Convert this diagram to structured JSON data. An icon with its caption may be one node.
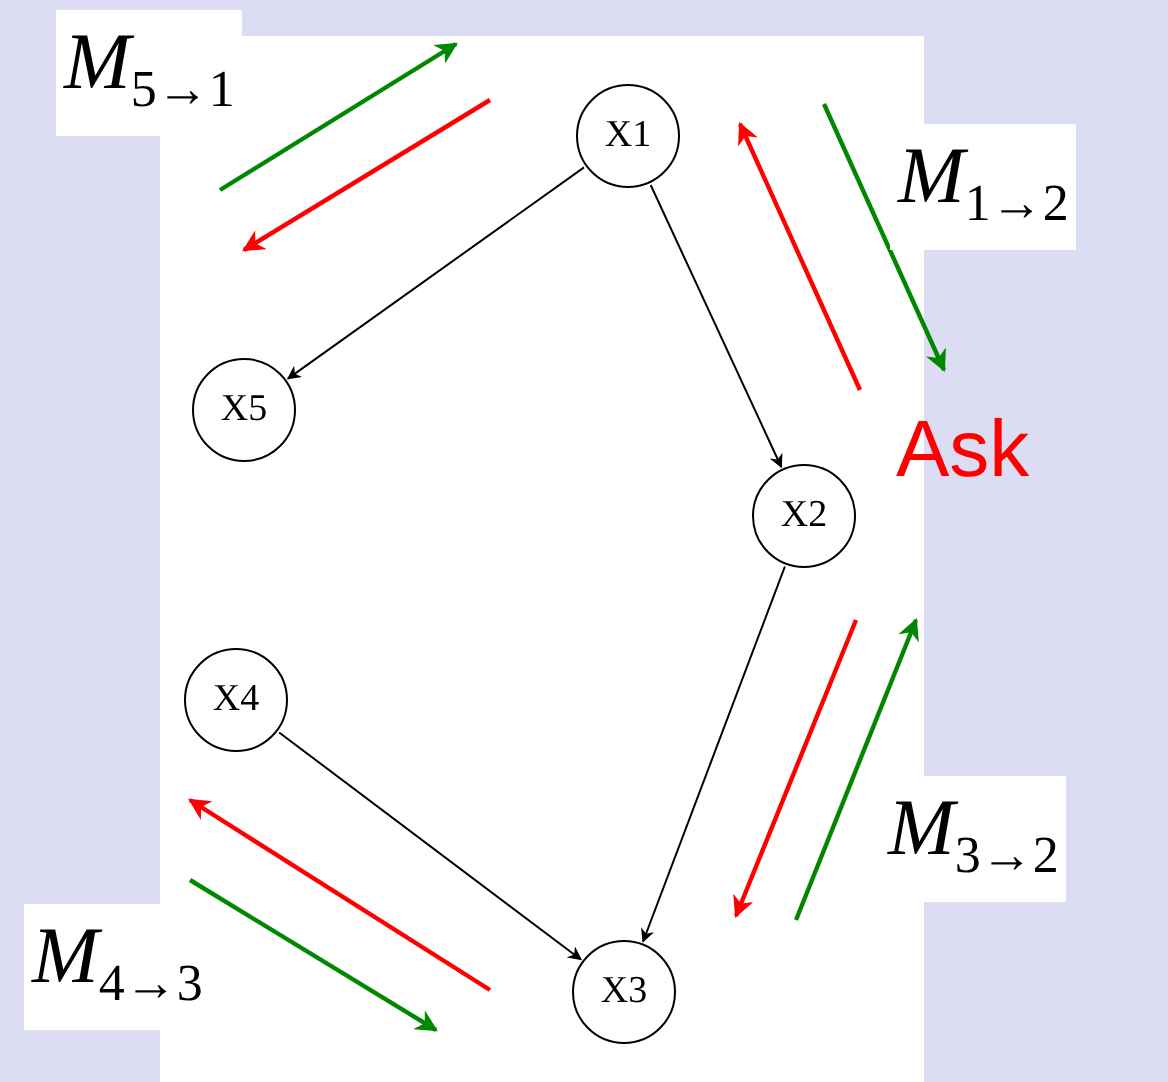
{
  "diagram": {
    "nodes": [
      {
        "text": [
          "X1"
        ]
      },
      {
        "text": [
          "X5"
        ]
      },
      {
        "text": [
          "X2"
        ]
      },
      {
        "text": [
          "X4"
        ]
      },
      {
        "text": [
          "X3"
        ]
      }
    ],
    "edges": [
      {
        "from": 0,
        "to": 1,
        "arrow": "to"
      },
      {
        "from": 0,
        "to": 2,
        "arrow": "to"
      },
      {
        "from": 2,
        "to": 4,
        "arrow": "to"
      },
      {
        "from": 3,
        "to": 4,
        "arrow": "to"
      }
    ],
    "labels": [
      "M$_{5→1}$",
      "M$_{1→2}$",
      "Ask",
      "M$_{3→2}$",
      "M$_{4→3}$"
    ]
  }
}
